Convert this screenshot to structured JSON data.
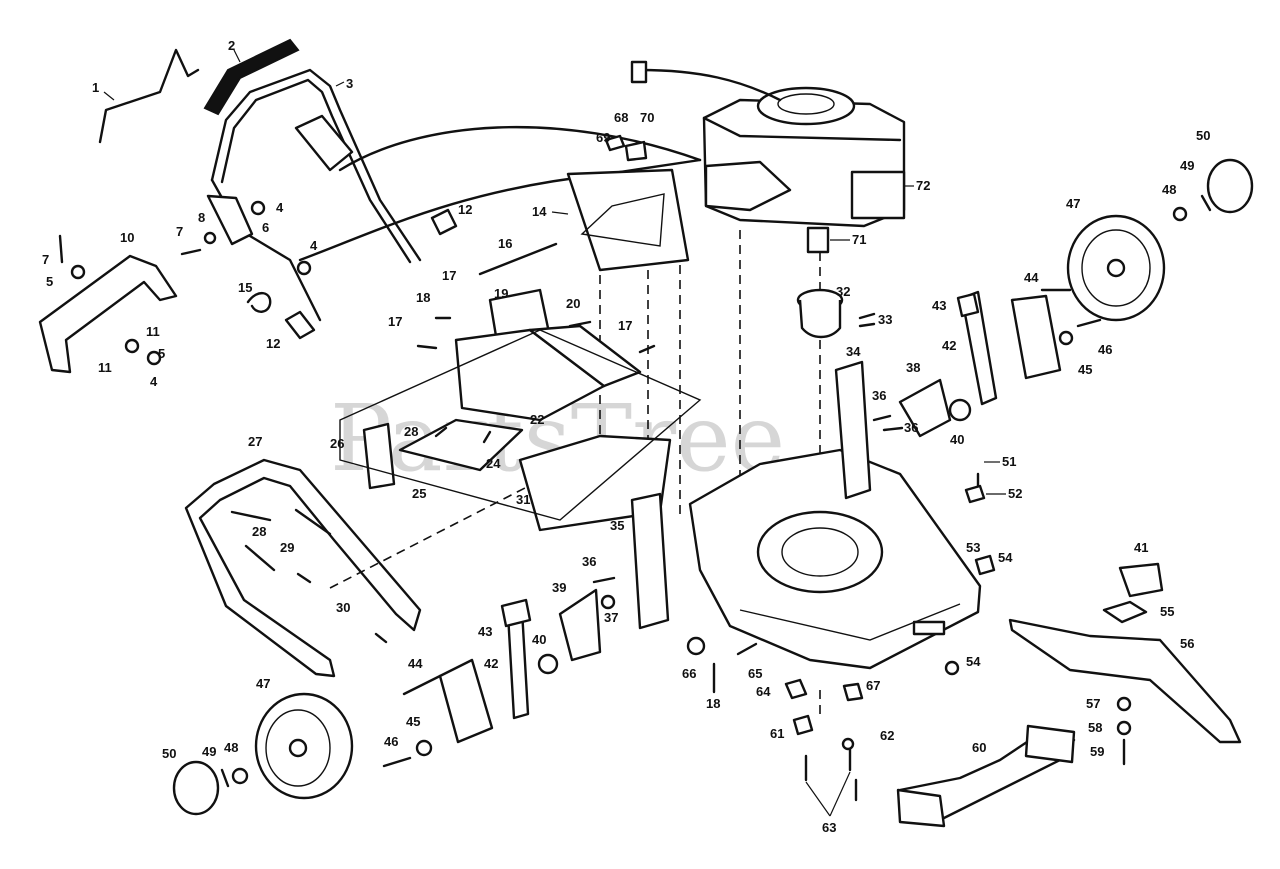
{
  "watermark": "PartsTree",
  "callouts": [
    "1",
    "2",
    "3",
    "4",
    "5",
    "6",
    "7",
    "8",
    "10",
    "11",
    "12",
    "14",
    "15",
    "16",
    "17",
    "18",
    "19",
    "20",
    "22",
    "24",
    "25",
    "26",
    "27",
    "28",
    "29",
    "30",
    "31",
    "32",
    "33",
    "34",
    "35",
    "36",
    "37",
    "38",
    "39",
    "40",
    "41",
    "42",
    "43",
    "44",
    "45",
    "46",
    "47",
    "48",
    "49",
    "50",
    "51",
    "52",
    "53",
    "54",
    "55",
    "56",
    "57",
    "58",
    "59",
    "60",
    "61",
    "62",
    "63",
    "64",
    "65",
    "66",
    "67",
    "68",
    "69",
    "70",
    "71",
    "72"
  ],
  "colors": {
    "ink": "#111111",
    "paper": "#ffffff",
    "watermark": "#c9c9c9"
  }
}
